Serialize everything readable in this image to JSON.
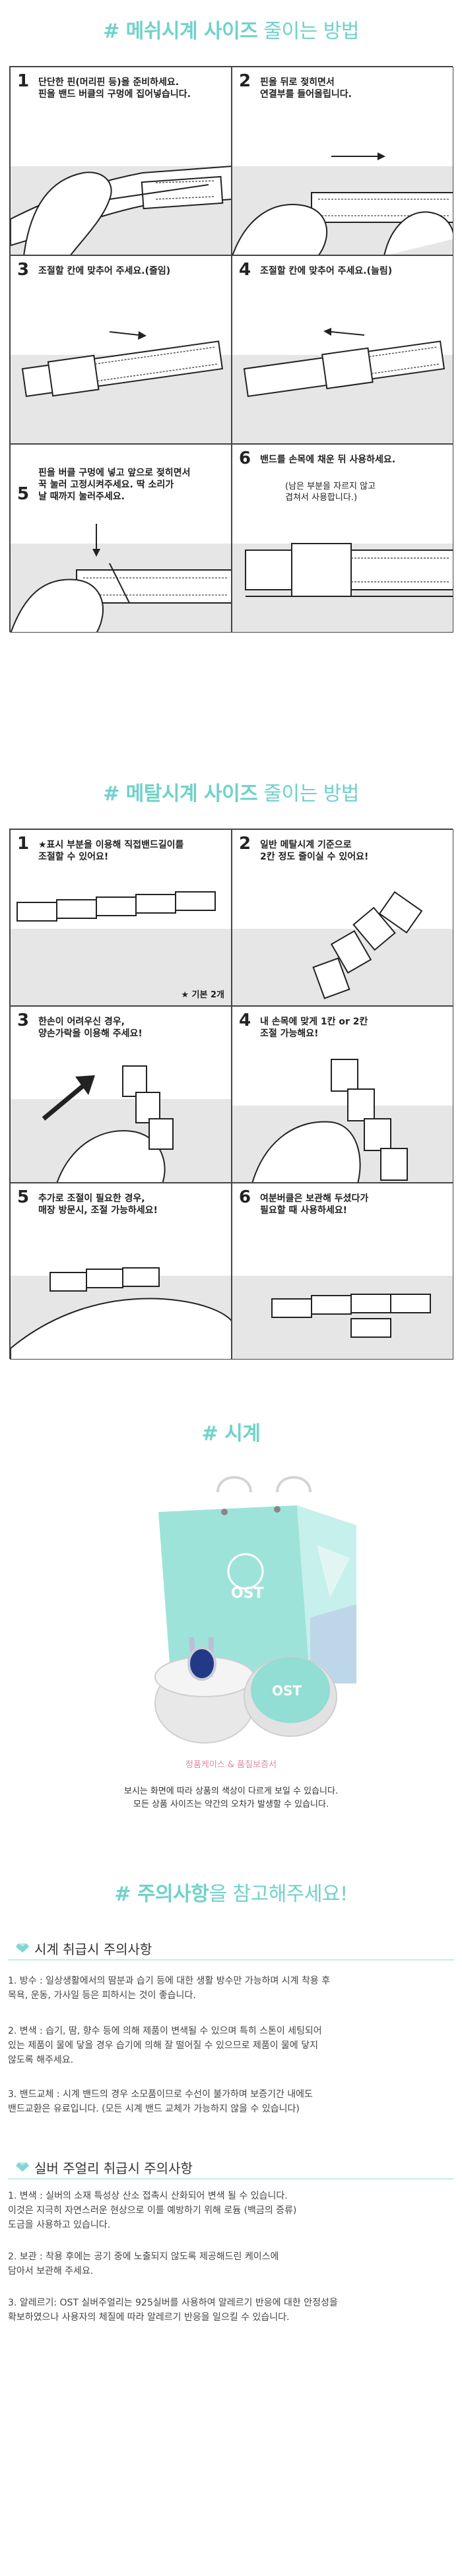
{
  "mesh": {
    "title_strong": "# 메쉬시계 사이즈",
    "title_rest": " 줄이는 방법",
    "steps": [
      {
        "num": "1",
        "text": "단단한 핀(머리핀 등)을 준비하세요.\n핀을 밴드 버클의 구멍에 집어넣습니다."
      },
      {
        "num": "2",
        "text": "핀을 뒤로 젖히면서\n연결부를 들어올립니다."
      },
      {
        "num": "3",
        "text": "조절할 칸에 맞추어 주세요.(줄임)"
      },
      {
        "num": "4",
        "text": "조절할 칸에 맞추어 주세요.(늘림)"
      },
      {
        "num": "5",
        "text": "핀을 버클 구멍에 넣고 앞으로 젖히면서\n꾹 눌러 고정시켜주세요. 딱 소리가\n날 때까지 눌러주세요."
      },
      {
        "num": "6",
        "text": "밴드를 손목에 채운 뒤 사용하세요."
      }
    ],
    "step6_note": "(남은 부분을 자르지 않고\n겹쳐서 사용합니다.)"
  },
  "metal": {
    "title_strong": "# 메탈시계 사이즈",
    "title_rest": " 줄이는 방법",
    "steps": [
      {
        "num": "1",
        "text": "★표시 부분을 이용해 직접밴드길이를\n조절할 수 있어요!"
      },
      {
        "num": "2",
        "text": "일반 메탈시계 기준으로\n2칸 정도 줄이실 수 있어요!"
      },
      {
        "num": "3",
        "text": "한손이 어려우신 경우,\n양손가락을 이용해 주세요!"
      },
      {
        "num": "4",
        "text": "내 손목에 맞게 1칸 or 2칸\n조절 가능해요!"
      },
      {
        "num": "5",
        "text": "추가로 조절이 필요한 경우,\n매장 방문시, 조절 가능하세요!"
      },
      {
        "num": "6",
        "text": "여분버클은 보관해 두셨다가\n필요할 때 사용하세요!"
      }
    ],
    "basic_note": "★ 기본 2개"
  },
  "watch": {
    "title": "# 시계",
    "brand": "OST",
    "photo_caption": "정품케이스 & 품질보증서",
    "notes": [
      "보시는 화면에 따라 상품의 색상이 다르게 보일 수 있습니다.",
      "모든 상품 사이즈는 약간의 오차가 발생할 수 있습니다."
    ]
  },
  "caution": {
    "title_strong": "# 주의사항",
    "title_rest": "을 참고해주세요!",
    "watch_section": {
      "heading": "시계 취급시 주의사항",
      "items": [
        "1. 방수 : 일상생활에서의 땀분과 습기 등에 대한 생활 방수만 가능하며 시계 착용 후\n    목욕, 운동, 가사일 등은 피하시는 것이 좋습니다.",
        "2. 변색 : 습기, 땀, 향수 등에 의해 제품이 변색될 수 있으며 특히 스톤이 세팅되어\n    있는 제품이 물에 닿을 경우 습기에 의해 잘 떨어질 수 있으므로 제품이 물에 닿지\n    않도록 해주세요.",
        "3. 밴드교체 : 시계 밴드의 경우 소모품이므로 수선이 불가하며 보증기간 내에도\n    밴드교환은 유료입니다. (모든 시계 밴드 교체가 가능하지 않을 수 있습니다)"
      ]
    },
    "jewelry_section": {
      "heading": "실버 주얼리 취급시 주의사항",
      "items": [
        "1. 변색 : 실버의 소재 특성상 산소 접촉시 산화되어 변색 될 수 있습니다.\n    이것은 지극히 자연스러운 현상으로 이를 예방하기 위해 로듐 (백금의 증류)\n    도금을 사용하고 있습니다.",
        "2. 보관 : 착용 후에는 공기 중에 노출되지 않도록 제공해드린 케이스에\n    담아서 보관해 주세요.",
        "3. 알레르기: OST 실버주얼리는 925실버를 사용하여 알레르기 반응에 대한 안정성을\n    확보하였으나 사용자의 체질에 따라 알레르기 반응을 일으킬 수 있습니다."
      ]
    }
  },
  "colors": {
    "accent": "#6fd2c9",
    "pink": "#d98aa5",
    "line": "#444444"
  }
}
